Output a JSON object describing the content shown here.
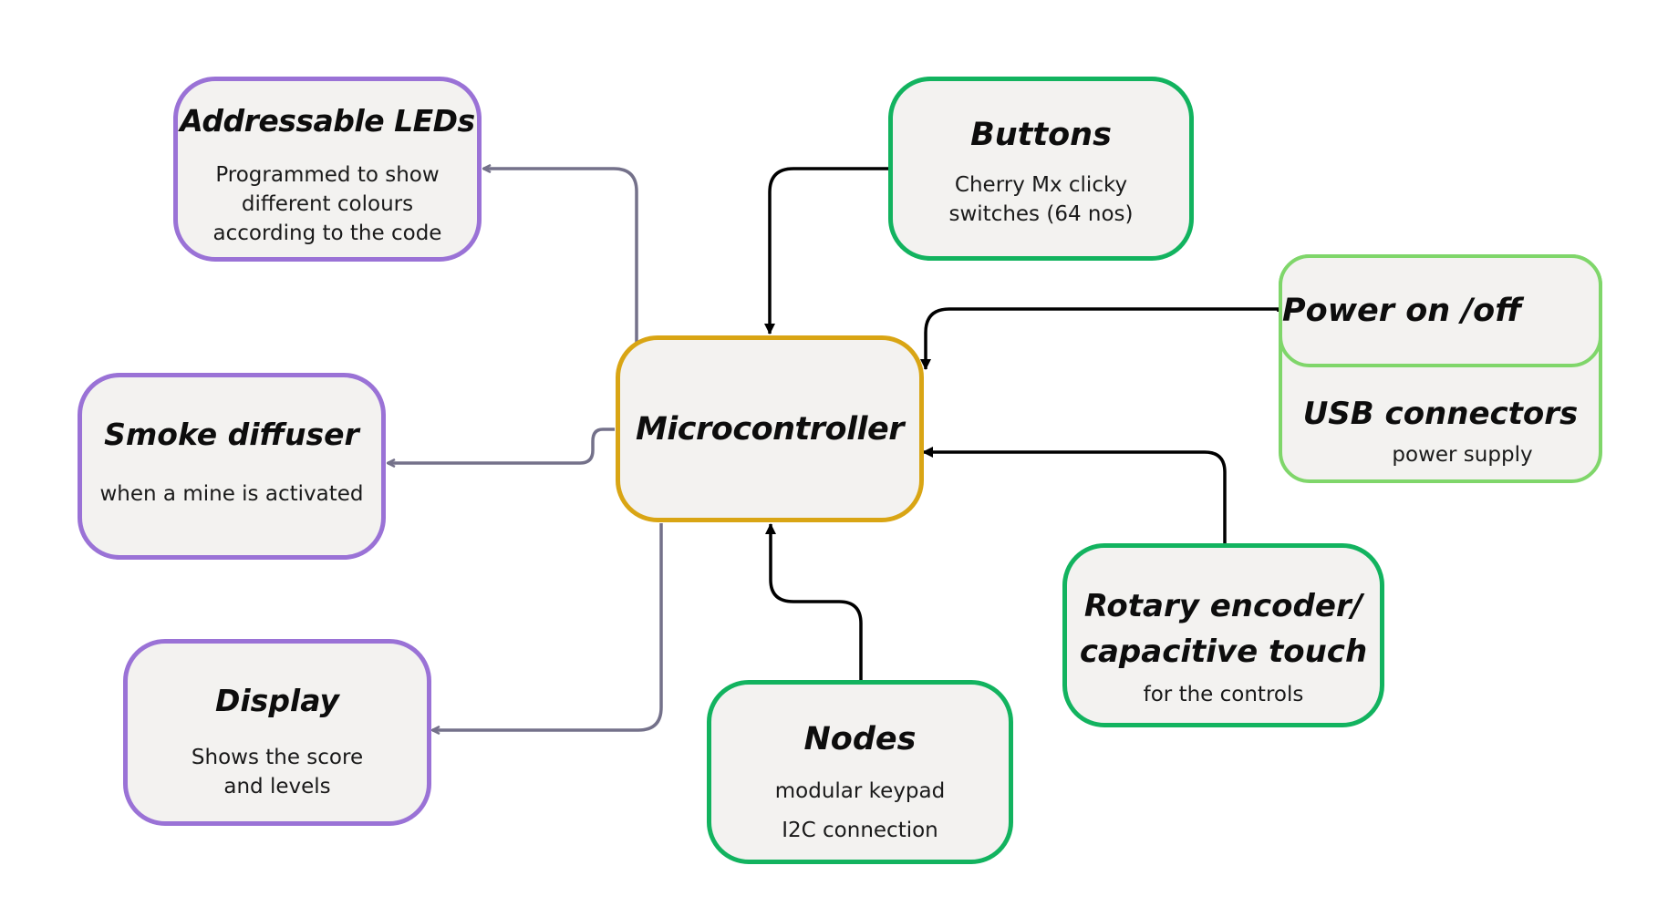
{
  "colors": {
    "output_border": "#9a72d6",
    "input_border": "#12b35f",
    "mcu_border": "#d9a514",
    "power_border": "#7fd66a",
    "box_fill": "#f3f2f0",
    "output_arrow": "#74718a",
    "input_arrow": "#000000"
  },
  "nodes": {
    "led": {
      "title": "Addressable LEDs",
      "lines": [
        "Programmed to show",
        "different colours",
        "according to the code"
      ]
    },
    "smoke": {
      "title": "Smoke diffuser",
      "lines": [
        "when a mine is activated"
      ]
    },
    "display": {
      "title": "Display",
      "lines": [
        "Shows the score",
        "and levels"
      ]
    },
    "mcu": {
      "title": "Microcontroller"
    },
    "buttons": {
      "title": "Buttons",
      "lines": [
        "Cherry Mx  clicky",
        "switches (64 nos)"
      ]
    },
    "power": {
      "title": "Power on /off",
      "subtitle": "USB connectors",
      "lines": [
        "power supply"
      ]
    },
    "rotary": {
      "title_lines": [
        "Rotary encoder/",
        "capacitive touch"
      ],
      "lines": [
        "for the controls"
      ]
    },
    "nodes": {
      "title": "Nodes",
      "lines": [
        "modular keypad",
        "I2C connection"
      ]
    }
  }
}
